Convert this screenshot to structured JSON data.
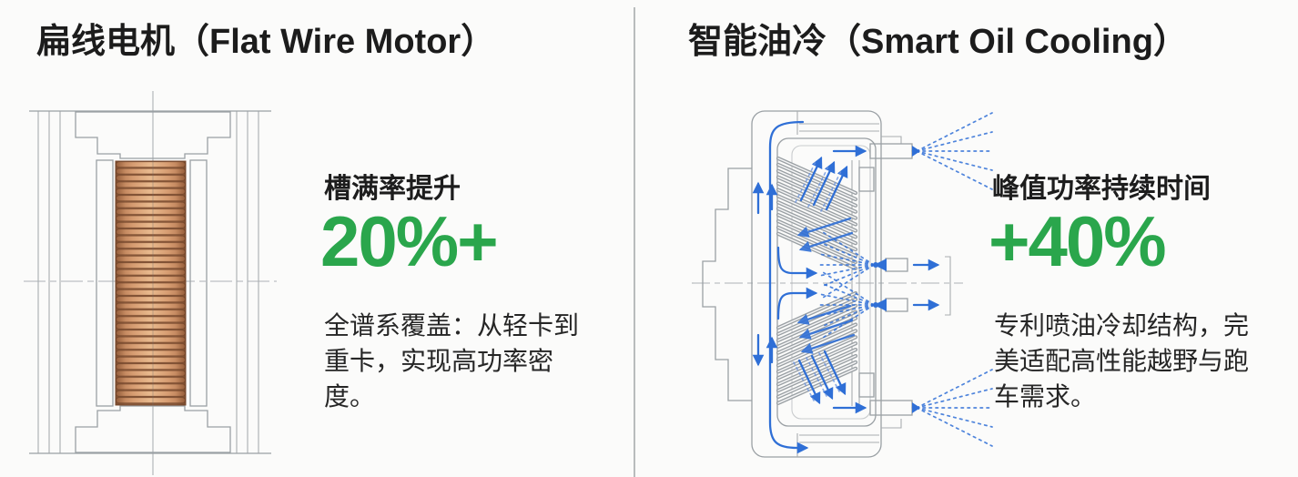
{
  "colors": {
    "green": "#2aa64c",
    "blue": "#2f6fd6",
    "copper": "#d79d72",
    "line_gray": "#9aa0a4"
  },
  "panels": [
    {
      "id": "flat-wire-motor",
      "title": "扁线电机（Flat Wire Motor）",
      "metric_label": "槽满率提升",
      "metric_value": "20%+",
      "description_lines": [
        "全谱系覆盖：从轻卡到",
        "重卡，实现高功率密",
        "度。"
      ],
      "diagram": "flat-wire-motor-cross-section"
    },
    {
      "id": "smart-oil-cooling",
      "title": "智能油冷（Smart Oil Cooling）",
      "metric_label": "峰值功率持续时间",
      "metric_value": "+40%",
      "description_lines": [
        "专利喷油冷却结构，完",
        "美适配高性能越野与跑",
        "车需求。"
      ],
      "diagram": "oil-spray-cooling-cross-section"
    }
  ]
}
